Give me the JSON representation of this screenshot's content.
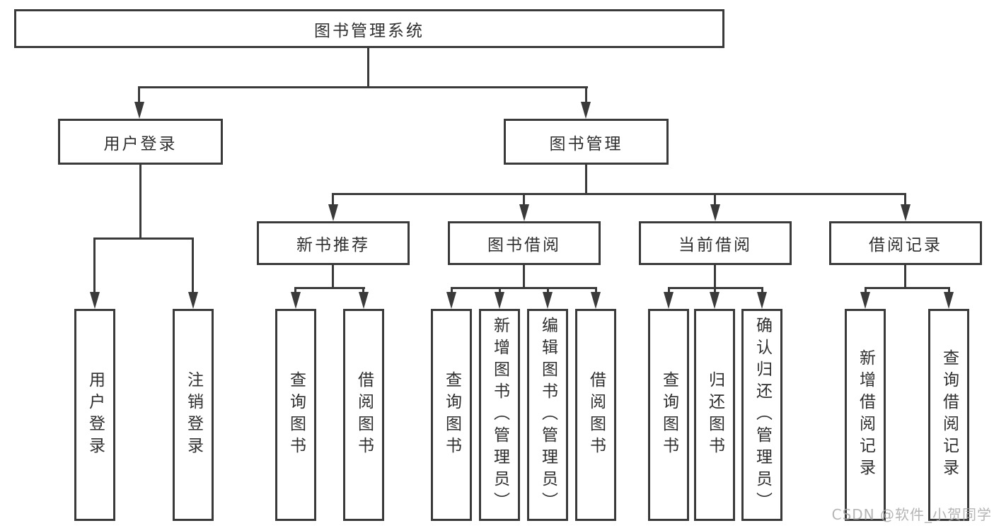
{
  "diagram_type": "hierarchy-tree",
  "root": {
    "label": "图书管理系统"
  },
  "branches": {
    "user_login": {
      "label": "用户登录",
      "children": [
        {
          "label": "用户登录"
        },
        {
          "label": "注销登录"
        }
      ]
    },
    "book_mgmt": {
      "label": "图书管理",
      "sections": {
        "new_book_rec": {
          "label": "新书推荐",
          "children": [
            {
              "label": "查询图书"
            },
            {
              "label": "借阅图书"
            }
          ]
        },
        "book_borrow": {
          "label": "图书借阅",
          "children": [
            {
              "label": "查询图书"
            },
            {
              "label": "新增图书（管理员）"
            },
            {
              "label": "编辑图书（管理员）"
            },
            {
              "label": "借阅图书"
            }
          ]
        },
        "current_borrow": {
          "label": "当前借阅",
          "children": [
            {
              "label": "查询图书"
            },
            {
              "label": "归还图书"
            },
            {
              "label": "确认归还（管理员）"
            }
          ]
        },
        "borrow_records": {
          "label": "借阅记录",
          "children": [
            {
              "label": "新增借阅记录"
            },
            {
              "label": "查询借阅记录"
            }
          ]
        }
      }
    }
  },
  "watermark": {
    "text": "CSDN @软件_小贺同学"
  },
  "colors": {
    "line": "#3a3a3a",
    "text": "#2f2f2f",
    "box_background": "#ffffff",
    "page_background": "#ffffff",
    "watermark": "#a8a8a8"
  }
}
